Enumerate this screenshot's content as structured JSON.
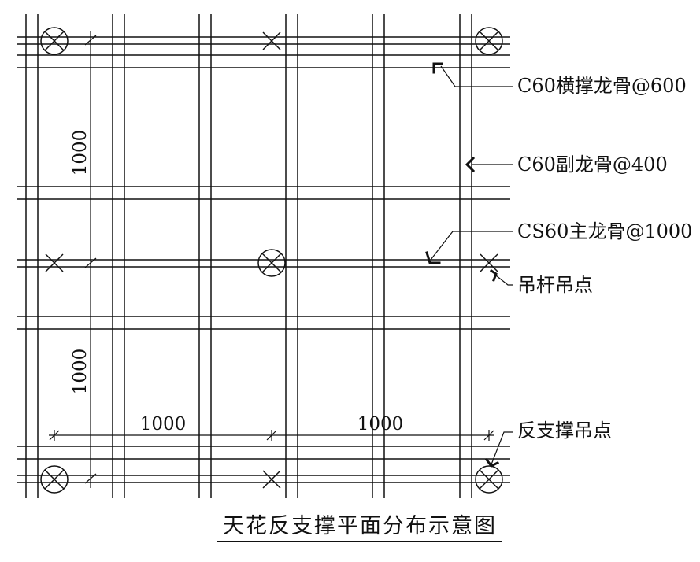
{
  "diagram": {
    "title": "天花反支撑平面分布示意图",
    "dimensions": {
      "horizontal": [
        "1000",
        "1000"
      ],
      "vertical": [
        "1000",
        "1000"
      ]
    },
    "callouts": {
      "cross_keel": "C60横撑龙骨@600",
      "secondary_keel": "C60副龙骨@400",
      "main_keel": "CS60主龙骨@1000",
      "hanger_point": "吊杆吊点",
      "back_support_point": "反支撑吊点"
    }
  }
}
